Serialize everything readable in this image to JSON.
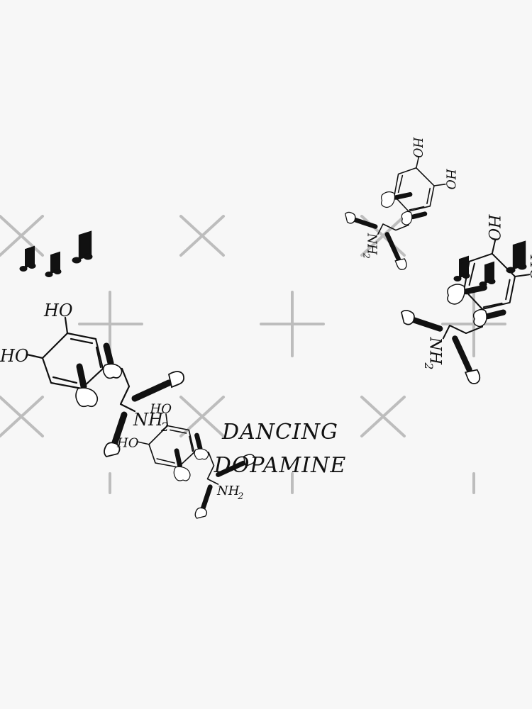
{
  "artwork": {
    "caption_line1": "DANCING",
    "caption_line2": "DOPAMINE",
    "label_ho": "HO",
    "label_nh": "NH",
    "label_sub": "2",
    "ink_color": "#111111",
    "background_color": "#f7f7f7",
    "watermark_color": "#bdbdbd",
    "icons": [
      "music-notes-icon",
      "dopamine-molecule-icon",
      "glove-icon",
      "shoe-icon",
      "watermark-cross-icon"
    ]
  }
}
